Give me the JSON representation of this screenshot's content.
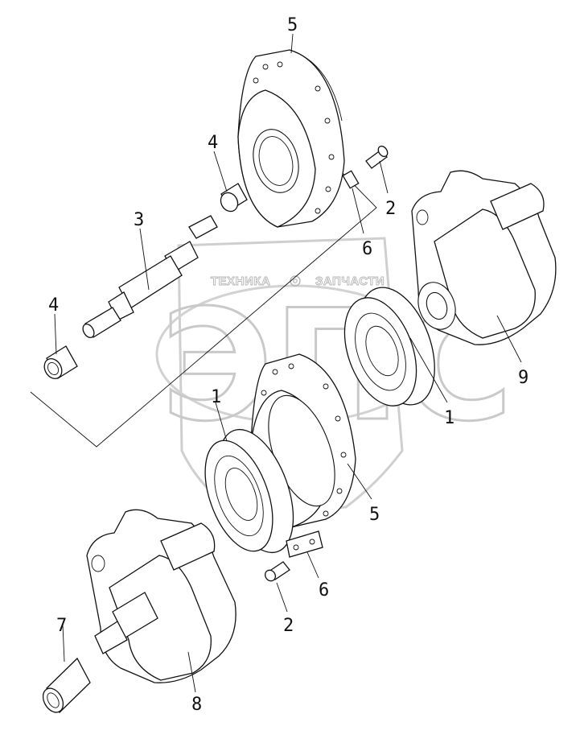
{
  "watermark": {
    "left_word": "ТЕХНИКА",
    "right_word": "ЗАПЧАСТИ",
    "logo_letters": "ЭПС"
  },
  "callouts": [
    {
      "id": "c5-top",
      "text": "5"
    },
    {
      "id": "c4-top",
      "text": "4"
    },
    {
      "id": "c2-top",
      "text": "2"
    },
    {
      "id": "c6-top",
      "text": "6"
    },
    {
      "id": "c3",
      "text": "3"
    },
    {
      "id": "c4-left",
      "text": "4"
    },
    {
      "id": "c9",
      "text": "9"
    },
    {
      "id": "c1-right",
      "text": "1"
    },
    {
      "id": "c1-left",
      "text": "1"
    },
    {
      "id": "c5-mid",
      "text": "5"
    },
    {
      "id": "c6-low",
      "text": "6"
    },
    {
      "id": "c2-low",
      "text": "2"
    },
    {
      "id": "c7",
      "text": "7"
    },
    {
      "id": "c8",
      "text": "8"
    }
  ]
}
